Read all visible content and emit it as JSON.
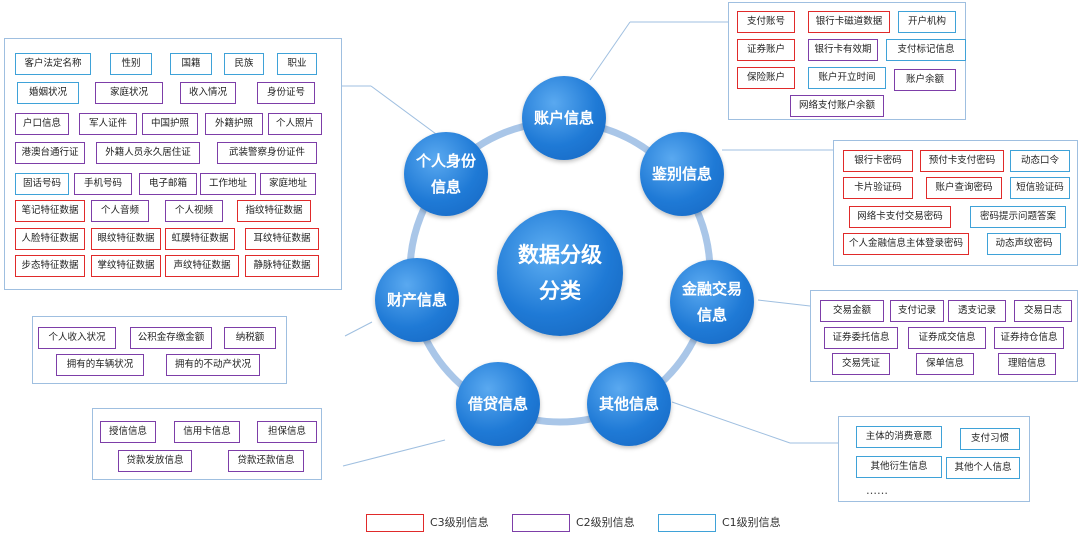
{
  "center": {
    "label": "数据分级分类"
  },
  "colors": {
    "c1": "#3fa2d8",
    "c2": "#7d3ea8",
    "c3": "#e02a2a",
    "node": "#1f7ad6",
    "ring": "#a9c6e8",
    "connector": "#9fbfe0"
  },
  "categories": [
    {
      "id": "account",
      "label": "账户信息"
    },
    {
      "id": "auth",
      "label": "鉴别信息"
    },
    {
      "id": "finance",
      "label": "金融交易信息"
    },
    {
      "id": "other",
      "label": "其他信息"
    },
    {
      "id": "loan",
      "label": "借贷信息"
    },
    {
      "id": "property",
      "label": "财产信息"
    },
    {
      "id": "personal",
      "label": "个人身份信息"
    }
  ],
  "personal_items": [
    {
      "text": "客户法定名称",
      "level": "c1"
    },
    {
      "text": "性别",
      "level": "c1"
    },
    {
      "text": "国籍",
      "level": "c1"
    },
    {
      "text": "民族",
      "level": "c1"
    },
    {
      "text": "职业",
      "level": "c1"
    },
    {
      "text": "婚姻状况",
      "level": "c1"
    },
    {
      "text": "家庭状况",
      "level": "c2"
    },
    {
      "text": "收入情况",
      "level": "c2"
    },
    {
      "text": "身份证号",
      "level": "c2"
    },
    {
      "text": "户口信息",
      "level": "c2"
    },
    {
      "text": "军人证件",
      "level": "c2"
    },
    {
      "text": "中国护照",
      "level": "c2"
    },
    {
      "text": "外籍护照",
      "level": "c2"
    },
    {
      "text": "个人照片",
      "level": "c2"
    },
    {
      "text": "港澳台通行证",
      "level": "c2"
    },
    {
      "text": "外籍人员永久居住证",
      "level": "c2"
    },
    {
      "text": "武装警察身份证件",
      "level": "c2"
    },
    {
      "text": "固话号码",
      "level": "c1"
    },
    {
      "text": "手机号码",
      "level": "c2"
    },
    {
      "text": "电子邮箱",
      "level": "c2"
    },
    {
      "text": "工作地址",
      "level": "c2"
    },
    {
      "text": "家庭地址",
      "level": "c2"
    },
    {
      "text": "笔记特征数据",
      "level": "c3"
    },
    {
      "text": "个人音频",
      "level": "c2"
    },
    {
      "text": "个人视频",
      "level": "c2"
    },
    {
      "text": "指纹特征数据",
      "level": "c3"
    },
    {
      "text": "人脸特征数据",
      "level": "c3"
    },
    {
      "text": "眼纹特征数据",
      "level": "c3"
    },
    {
      "text": "虹膜特征数据",
      "level": "c3"
    },
    {
      "text": "耳纹特征数据",
      "level": "c3"
    },
    {
      "text": "步态特征数据",
      "level": "c3"
    },
    {
      "text": "掌纹特征数据",
      "level": "c3"
    },
    {
      "text": "声纹特征数据",
      "level": "c3"
    },
    {
      "text": "静脉特征数据",
      "level": "c3"
    }
  ],
  "account_items": [
    {
      "text": "支付账号",
      "level": "c3"
    },
    {
      "text": "银行卡磁道数据",
      "level": "c3"
    },
    {
      "text": "开户机构",
      "level": "c1"
    },
    {
      "text": "证券账户",
      "level": "c3"
    },
    {
      "text": "银行卡有效期",
      "level": "c2"
    },
    {
      "text": "支付标记信息",
      "level": "c1"
    },
    {
      "text": "保险账户",
      "level": "c3"
    },
    {
      "text": "账户开立时间",
      "level": "c1"
    },
    {
      "text": "账户余额",
      "level": "c2"
    },
    {
      "text": "网络支付账户余额",
      "level": "c2"
    }
  ],
  "auth_items": [
    {
      "text": "银行卡密码",
      "level": "c3"
    },
    {
      "text": "预付卡支付密码",
      "level": "c3"
    },
    {
      "text": "动态口令",
      "level": "c1"
    },
    {
      "text": "卡片验证码",
      "level": "c3"
    },
    {
      "text": "账户查询密码",
      "level": "c3"
    },
    {
      "text": "短信验证码",
      "level": "c1"
    },
    {
      "text": "网络卡支付交易密码",
      "level": "c3"
    },
    {
      "text": "密码提示问题答案",
      "level": "c1"
    },
    {
      "text": "个人金融信息主体登录密码",
      "level": "c3"
    },
    {
      "text": "动态声纹密码",
      "level": "c1"
    }
  ],
  "finance_items": [
    {
      "text": "交易金额",
      "level": "c2"
    },
    {
      "text": "支付记录",
      "level": "c2"
    },
    {
      "text": "透支记录",
      "level": "c2"
    },
    {
      "text": "交易日志",
      "level": "c2"
    },
    {
      "text": "证券委托信息",
      "level": "c2"
    },
    {
      "text": "证券成交信息",
      "level": "c2"
    },
    {
      "text": "证券持仓信息",
      "level": "c2"
    },
    {
      "text": "交易凭证",
      "level": "c2"
    },
    {
      "text": "保单信息",
      "level": "c2"
    },
    {
      "text": "理赔信息",
      "level": "c2"
    }
  ],
  "other_items": [
    {
      "text": "主体的消费意愿",
      "level": "c1"
    },
    {
      "text": "支付习惯",
      "level": "c1"
    },
    {
      "text": "其他衍生信息",
      "level": "c1"
    },
    {
      "text": "其他个人信息",
      "level": "c1"
    }
  ],
  "other_more": "……",
  "loan_items": [
    {
      "text": "授信信息",
      "level": "c2"
    },
    {
      "text": "信用卡信息",
      "level": "c2"
    },
    {
      "text": "担保信息",
      "level": "c2"
    },
    {
      "text": "贷款发放信息",
      "level": "c2"
    },
    {
      "text": "贷款还款信息",
      "level": "c2"
    }
  ],
  "property_items": [
    {
      "text": "个人收入状况",
      "level": "c2"
    },
    {
      "text": "公积金存缴金额",
      "level": "c2"
    },
    {
      "text": "纳税额",
      "level": "c2"
    },
    {
      "text": "拥有的车辆状况",
      "level": "c2"
    },
    {
      "text": "拥有的不动产状况",
      "level": "c2"
    }
  ],
  "legend": [
    {
      "label": "C3级别信息",
      "level": "c3"
    },
    {
      "label": "C2级别信息",
      "level": "c2"
    },
    {
      "label": "C1级别信息",
      "level": "c1"
    }
  ]
}
